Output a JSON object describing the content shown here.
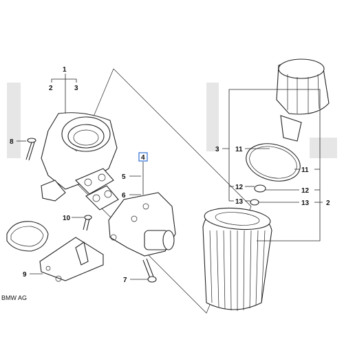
{
  "diagram": {
    "copyright": "BMW AG",
    "highlight_color": "#2a6fd6",
    "callouts": {
      "c1": "1",
      "c2": "2",
      "c3": "3",
      "c4": "4",
      "c5": "5",
      "c6": "6",
      "c7": "7",
      "c8": "8",
      "c9": "9",
      "c10": "10",
      "r3": "3",
      "r11a": "11",
      "r11b": "11",
      "r12a": "12",
      "r12b": "12",
      "r13a": "13",
      "r13b": "13",
      "r2": "2"
    }
  }
}
